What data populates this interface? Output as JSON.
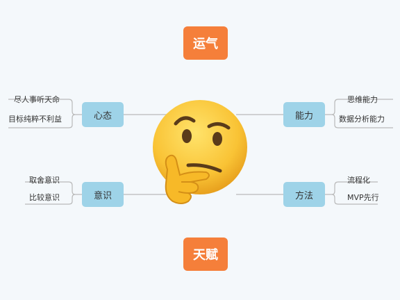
{
  "top_node": "运气",
  "bottom_node": "天赋",
  "left_top": {
    "label": "心态",
    "children": [
      "尽人事听天命",
      "目标纯粹不利益"
    ]
  },
  "left_bottom": {
    "label": "意识",
    "children": [
      "取舍意识",
      "比较意识"
    ]
  },
  "right_top": {
    "label": "能力",
    "children": [
      "思维能力",
      "数据分析能力"
    ]
  },
  "right_bottom": {
    "label": "方法",
    "children": [
      "流程化",
      "MVP先行"
    ]
  },
  "center_icon": "thinking-face-icon",
  "colors": {
    "orange": "#f57f3a",
    "blue": "#9ed3e8",
    "line": "#b9b9b9"
  }
}
